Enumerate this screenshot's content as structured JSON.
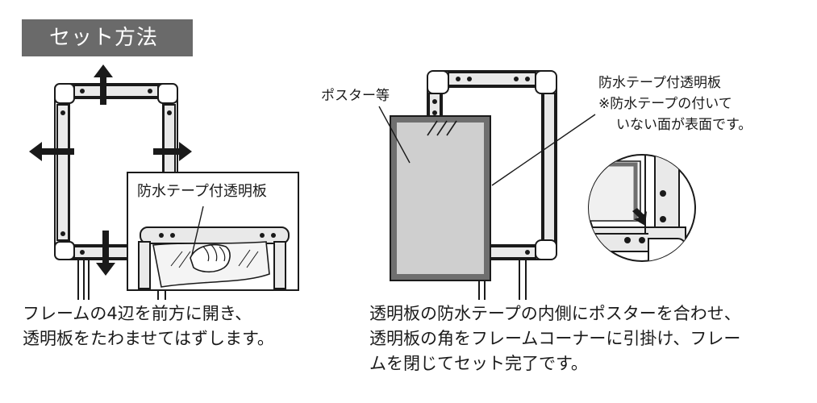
{
  "title": "セット方法",
  "step1": {
    "inset_label": "防水テープ付透明板",
    "caption_lines": [
      "フレームの4辺を前方に開き、",
      "透明板をたわませてはずします。"
    ]
  },
  "step2": {
    "poster_label": "ポスター等",
    "panel_label_lines": [
      "防水テープ付透明板",
      "※防水テープの付いて",
      "いない面が表面です。"
    ],
    "caption_lines": [
      "透明板の防水テープの内側にポスターを合わせ、",
      "透明板の角をフレームコーナーに引掛け、フレー",
      "ムを閉じてセット完了です。"
    ]
  },
  "colors": {
    "title_bg": "#6a6a6a",
    "poster_fill": "#cfcfcf",
    "poster_border": "#6f6f6f",
    "line": "#1a1a1a"
  }
}
